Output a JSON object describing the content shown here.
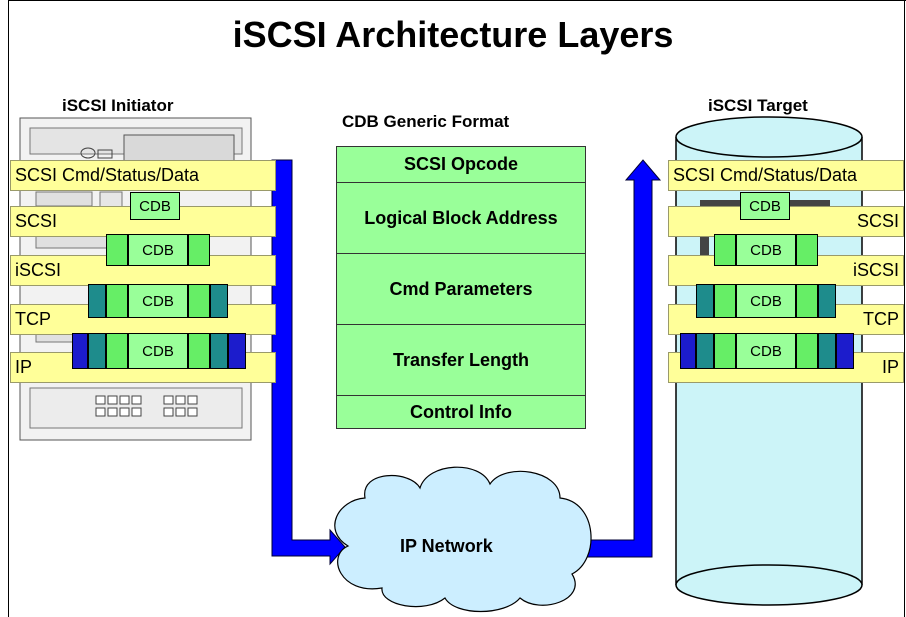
{
  "title": "iSCSI Architecture Layers",
  "initiator": {
    "label": "iSCSI Initiator",
    "layers": [
      "SCSI Cmd/Status/Data",
      "SCSI",
      "iSCSI",
      "TCP",
      "IP"
    ],
    "cdb_label": "CDB"
  },
  "target": {
    "label": "iSCSI Target",
    "layers": [
      "SCSI Cmd/Status/Data",
      "SCSI",
      "iSCSI",
      "TCP",
      "IP"
    ],
    "cdb_label": "CDB"
  },
  "cdb_format": {
    "heading": "CDB Generic Format",
    "fields": [
      "SCSI Opcode",
      "Logical Block Address",
      "Cmd Parameters",
      "Transfer Length",
      "Control Info"
    ]
  },
  "network": {
    "label": "IP Network"
  },
  "colors": {
    "layer_fill": "#FFFF99",
    "cdb_fill": "#99FF99",
    "iscsi_header": "#66EE66",
    "tcp_header": "#1E8C8C",
    "ip_header": "#1C1CCC",
    "arrow": "#0000FF",
    "cloud": "#CCEEFF",
    "disk": "#CCF4F8"
  }
}
